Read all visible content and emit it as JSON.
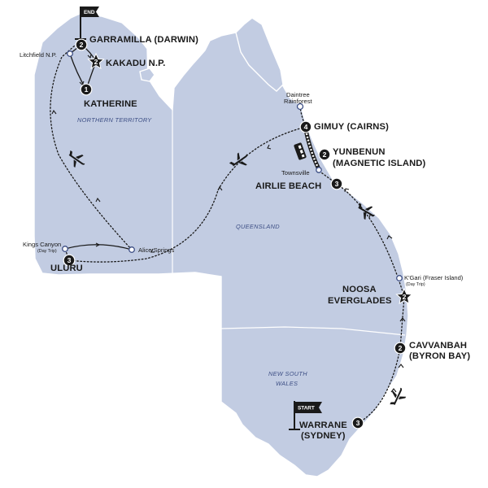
{
  "regions": {
    "northern_territory": "NORTHERN TERRITORY",
    "queensland": "QUEENSLAND",
    "nsw_line1": "NEW SOUTH",
    "nsw_line2": "WALES"
  },
  "flags": {
    "end": "END",
    "start": "START"
  },
  "stops": {
    "darwin": {
      "name": "GARRAMILLA (DARWIN)",
      "nights": "2"
    },
    "kakadu": {
      "name": "KAKADU N.P.",
      "nights": "2"
    },
    "katherine": {
      "name": "KATHERINE",
      "nights": "1"
    },
    "cairns": {
      "name": "GIMUY (CAIRNS)",
      "nights": "4"
    },
    "magnetic": {
      "line1": "YUNBENUN",
      "line2": "(MAGNETIC ISLAND)",
      "nights": "2"
    },
    "airlie": {
      "name": "AIRLIE BEACH",
      "nights": "3"
    },
    "uluru": {
      "name": "ULURU",
      "nights": "3"
    },
    "noosa": {
      "line1": "NOOSA",
      "line2": "EVERGLADES",
      "nights": "2"
    },
    "byron": {
      "line1": "CAVVANBAH",
      "line2": "(BYRON BAY)",
      "nights": "2"
    },
    "sydney": {
      "line1": "WARRANE",
      "line2": "(SYDNEY)",
      "nights": "3"
    }
  },
  "minor_stops": {
    "litchfield": "Litchfield N.P.",
    "daintree_line1": "Daintree",
    "daintree_line2": "Rainforest",
    "townsville": "Townsville",
    "kings_canyon": "Kings Canyon",
    "kings_canyon_note": "(Day Trip)",
    "alice_springs": "Alice Springs",
    "kgari": "K'Gari (Fraser Island)",
    "kgari_note": "(Day Trip)"
  },
  "icons": {
    "plane": "plane-icon",
    "train": "train-icon",
    "flag": "flag-icon",
    "star": "star-icon"
  },
  "colors": {
    "land": "#c2cce2",
    "route": "#1a1a1a",
    "region_label": "#3d4f85"
  }
}
